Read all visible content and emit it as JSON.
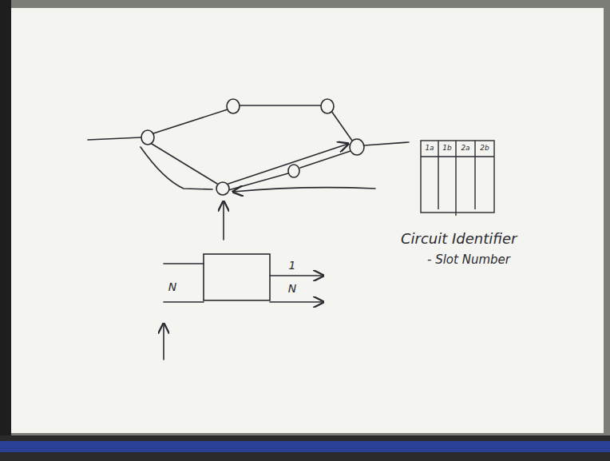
{
  "diagram": {
    "labels": [
      "1a",
      "1b",
      "2a",
      "2b",
      "Circuit Identifier",
      "- Slot Number",
      "1",
      "N",
      "N"
    ]
  }
}
